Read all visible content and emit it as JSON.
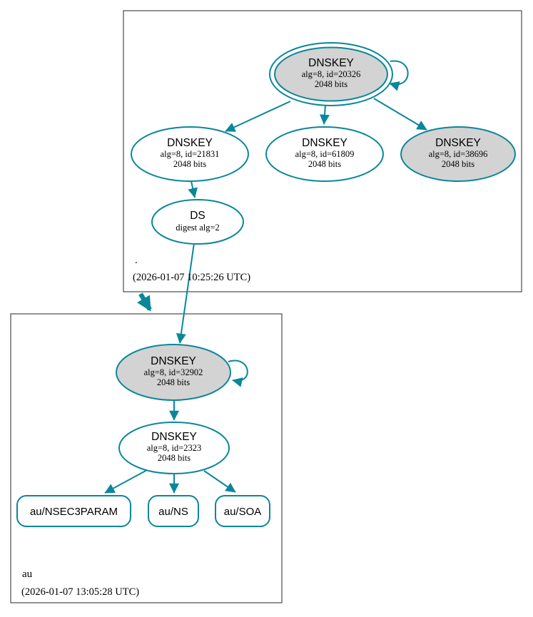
{
  "diagram": {
    "type": "dnssec-authentication-chain",
    "colors": {
      "edge_secure": "#0a879a",
      "ksk_fill": "#d3d3d3",
      "node_fill": "#ffffff",
      "box_border": "#4a4a4a",
      "text": "#000000"
    },
    "zones": {
      "root": {
        "label": ".",
        "timestamp": "(2026-01-07 10:25:26 UTC)"
      },
      "au": {
        "label": "au",
        "timestamp": "(2026-01-07 13:05:28 UTC)"
      }
    },
    "nodes": {
      "root_ksk": {
        "type": "DNSKEY",
        "detail1": "alg=8, id=20326",
        "detail2": "2048 bits"
      },
      "root_key_21831": {
        "type": "DNSKEY",
        "detail1": "alg=8, id=21831",
        "detail2": "2048 bits"
      },
      "root_key_61809": {
        "type": "DNSKEY",
        "detail1": "alg=8, id=61809",
        "detail2": "2048 bits"
      },
      "root_key_38696": {
        "type": "DNSKEY",
        "detail1": "alg=8, id=38696",
        "detail2": "2048 bits"
      },
      "ds_au": {
        "type": "DS",
        "detail1": "digest alg=2"
      },
      "au_ksk": {
        "type": "DNSKEY",
        "detail1": "alg=8, id=32902",
        "detail2": "2048 bits"
      },
      "au_zsk": {
        "type": "DNSKEY",
        "detail1": "alg=8, id=2323",
        "detail2": "2048 bits"
      },
      "rrset_nsec3param": {
        "label": "au/NSEC3PARAM"
      },
      "rrset_ns": {
        "label": "au/NS"
      },
      "rrset_soa": {
        "label": "au/SOA"
      }
    }
  }
}
